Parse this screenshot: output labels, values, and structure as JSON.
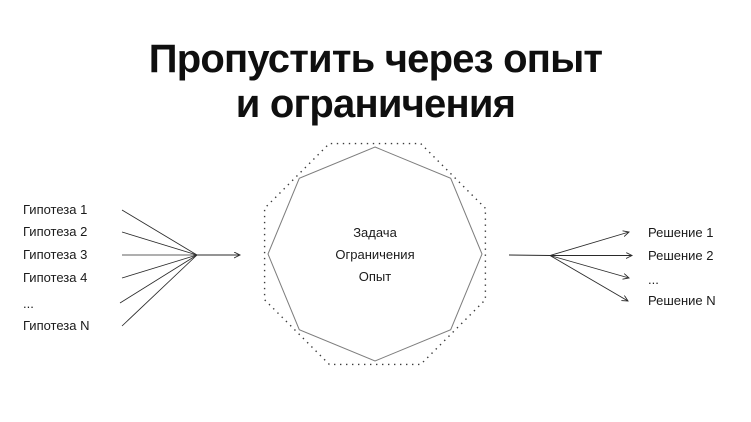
{
  "title": {
    "line1": "Пропустить через опыт",
    "line2": "и ограничения"
  },
  "hypotheses": {
    "items": [
      "Гипотеза 1",
      "Гипотеза 2",
      "Гипотеза 3",
      "Гипотеза 4",
      "...",
      "Гипотеза N"
    ]
  },
  "center": {
    "lines": [
      "Задача",
      "Ограничения",
      "Опыт"
    ]
  },
  "solutions": {
    "items": [
      "Решение 1",
      "Решение 2",
      "...",
      "Решение N"
    ]
  },
  "colors": {
    "background": "#ffffff",
    "text": "#0f0f0f",
    "line": "#2a2a2a",
    "octagon_solid": "#7d7d7d",
    "octagon_dotted": "#3c3c3c"
  }
}
